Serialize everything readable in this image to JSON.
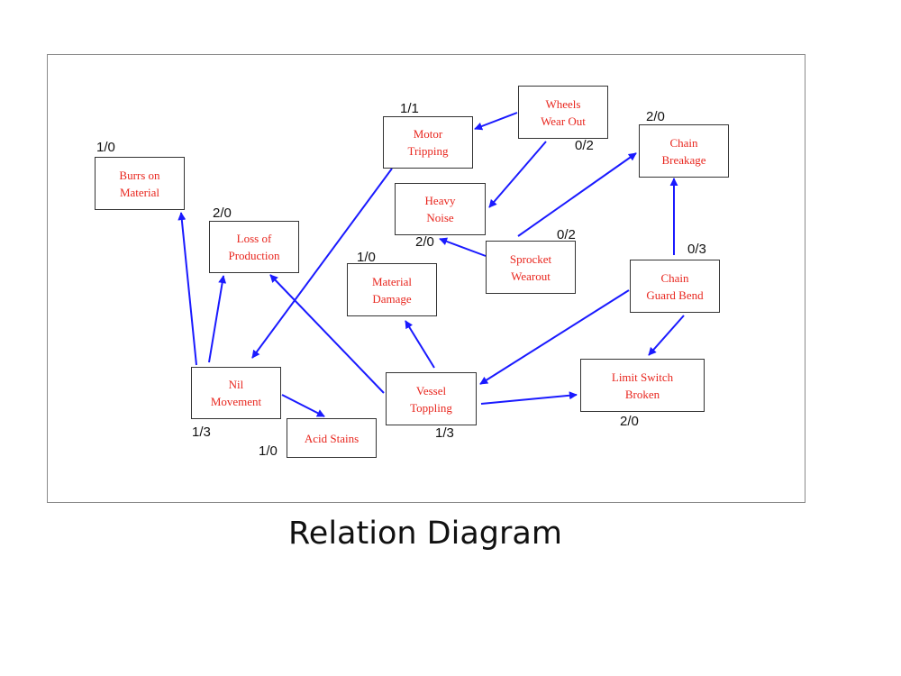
{
  "caption": "Relation Diagram",
  "colors": {
    "arrow": "#1a1aff",
    "node_text": "#e8261e",
    "border": "#333333"
  },
  "nodes": {
    "burrs": {
      "label": "Burrs on\nMaterial",
      "score": "1/0"
    },
    "loss": {
      "label": "Loss of\nProduction",
      "score": "2/0"
    },
    "motor": {
      "label": "Motor\nTripping",
      "score": "1/1"
    },
    "wheels": {
      "label": "Wheels\nWear Out",
      "score": "0/2"
    },
    "chain_break": {
      "label": "Chain\nBreakage",
      "score": "2/0"
    },
    "heavy": {
      "label": "Heavy\nNoise",
      "score": "2/0"
    },
    "sprocket": {
      "label": "Sprocket\nWearout",
      "score": "0/2"
    },
    "material": {
      "label": "Material\nDamage",
      "score": "1/0"
    },
    "chain_guard": {
      "label": "Chain\nGuard Bend",
      "score": "0/3"
    },
    "nil": {
      "label": "Nil\nMovement",
      "score": "1/3"
    },
    "vessel": {
      "label": "Vessel\nToppling",
      "score": "1/3"
    },
    "limit": {
      "label": "Limit Switch\nBroken",
      "score": "2/0"
    },
    "acid": {
      "label": "Acid Stains",
      "score": "1/0"
    }
  },
  "edges": [
    {
      "from": "nil",
      "to": "burrs"
    },
    {
      "from": "nil",
      "to": "loss"
    },
    {
      "from": "nil",
      "to": "acid"
    },
    {
      "from": "motor",
      "to": "nil"
    },
    {
      "from": "wheels",
      "to": "motor"
    },
    {
      "from": "wheels",
      "to": "heavy"
    },
    {
      "from": "sprocket",
      "to": "heavy"
    },
    {
      "from": "sprocket",
      "to": "chain_break"
    },
    {
      "from": "chain_guard",
      "to": "chain_break"
    },
    {
      "from": "chain_guard",
      "to": "vessel"
    },
    {
      "from": "chain_guard",
      "to": "limit"
    },
    {
      "from": "vessel",
      "to": "loss"
    },
    {
      "from": "vessel",
      "to": "material"
    },
    {
      "from": "vessel",
      "to": "limit"
    }
  ]
}
